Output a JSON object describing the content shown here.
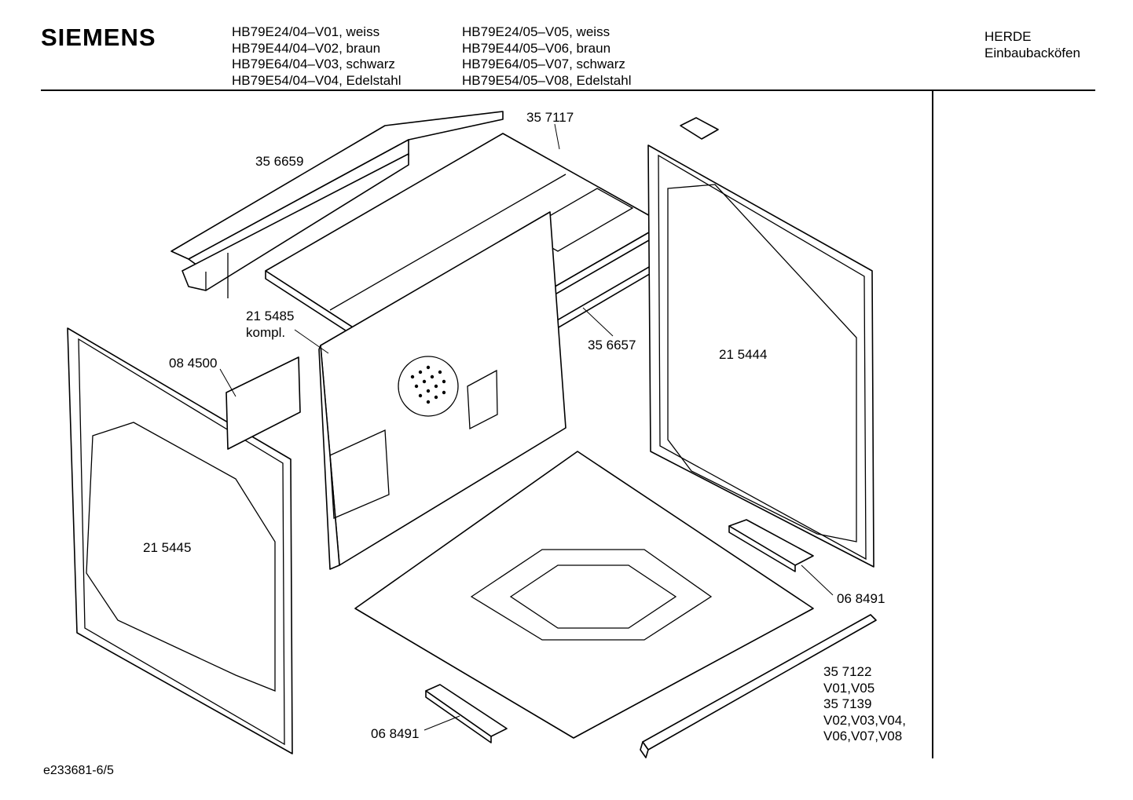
{
  "header": {
    "brand": "SIEMENS",
    "models_col1": [
      "HB79E24/04–V01, weiss",
      "HB79E44/04–V02, braun",
      "HB79E64/04–V03, schwarz",
      "HB79E54/04–V04, Edelstahl"
    ],
    "models_col2": [
      "HB79E24/05–V05, weiss",
      "HB79E44/05–V06, braun",
      "HB79E64/05–V07, schwarz",
      "HB79E54/05–V08, Edelstahl"
    ],
    "category": [
      "HERDE",
      "Einbaubacköfen"
    ]
  },
  "labels": {
    "top_panel": "35 7117",
    "rear_rail": "35 6659",
    "fan_cover": "21 5485",
    "fan_cover_note": "kompl.",
    "vent_grille": "08 4500",
    "front_strip": "35 6657",
    "side_right": "21 5444",
    "side_left": "21 5445",
    "hinge_right": "06 8491",
    "hinge_bottom": "06 8491",
    "trim_lines": [
      "35 7122",
      "V01,V05",
      "35 7139",
      "V02,V03,V04,",
      "V06,V07,V08"
    ]
  },
  "footer": {
    "doc_id": "e233681-6/5"
  }
}
